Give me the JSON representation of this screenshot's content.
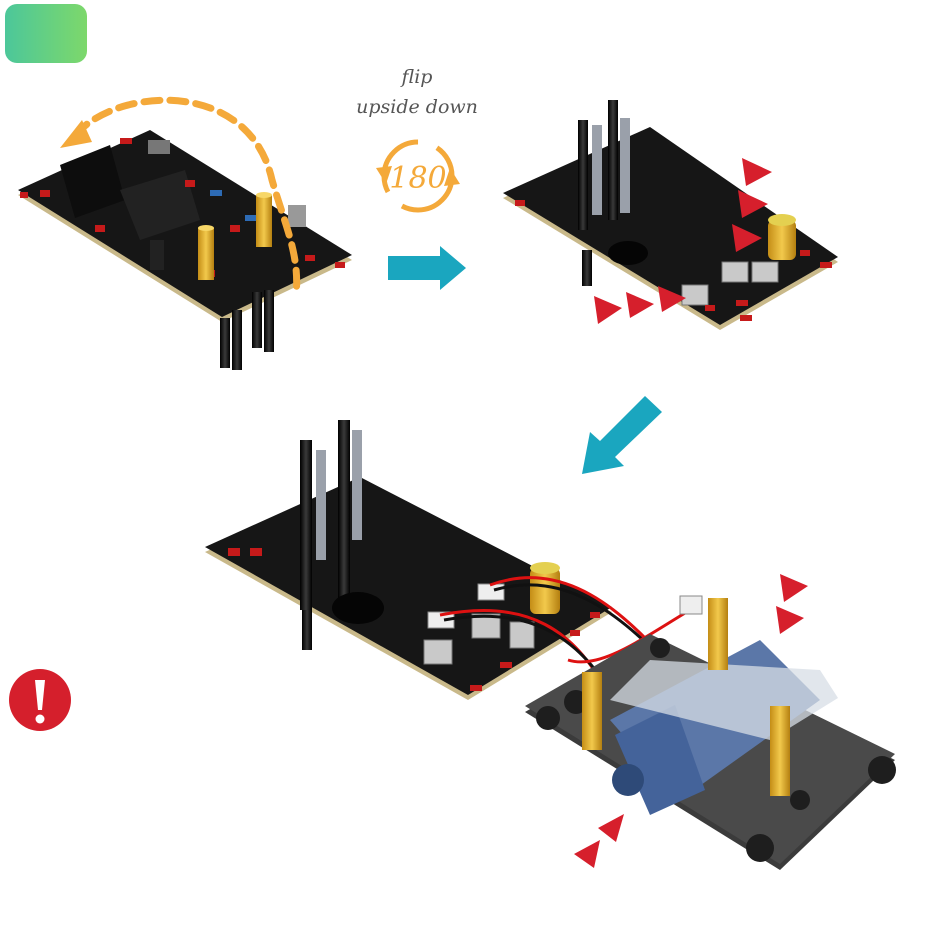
{
  "instruction": {
    "line1": "flip",
    "line2": "upside down",
    "rotation_label": "180"
  },
  "icons": {
    "step_badge": "step-badge",
    "rotate": "rotate-180-icon",
    "arrow_right": "arrow-right-icon",
    "arrow_down_left": "arrow-down-left-icon",
    "warning": "warning-icon",
    "marker": "red-triangle-marker-icon"
  },
  "colors": {
    "badge_start": "#4cc79a",
    "badge_end": "#7dd86b",
    "orange": "#f4a93a",
    "teal_arrow": "#1aa6bf",
    "red_marker": "#d61f2c",
    "pcb": "#151515",
    "standoff": "#e5b532",
    "servo": "#5b77a8"
  }
}
